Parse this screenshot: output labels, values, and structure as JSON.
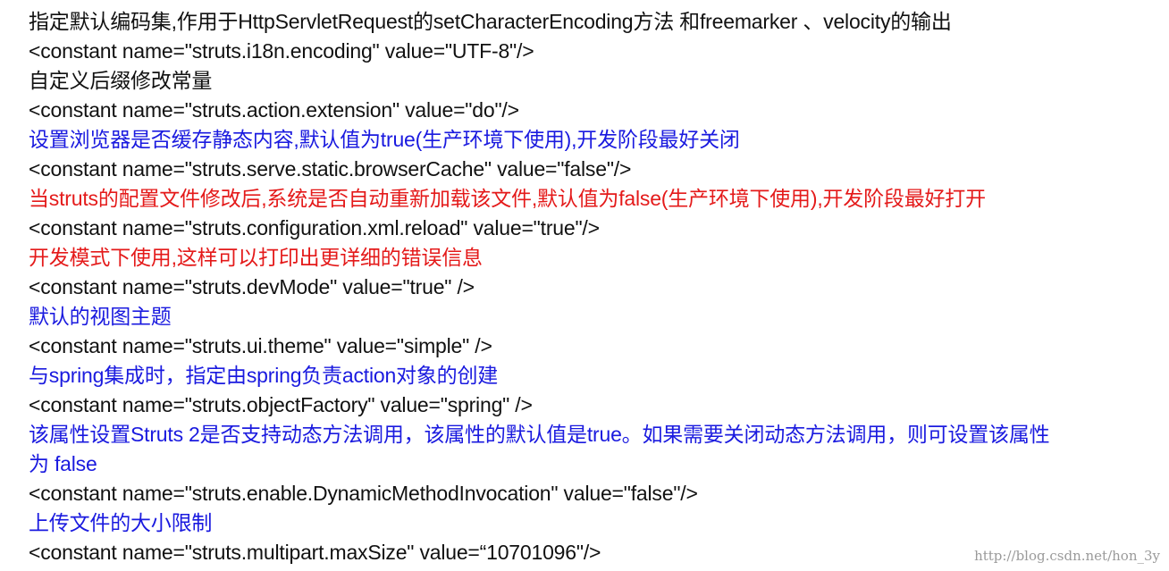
{
  "lines": [
    {
      "text": "指定默认编码集,作用于HttpServletRequest的setCharacterEncoding方法 和freemarker 、velocity的输出",
      "color": "#111111",
      "kind": "comment"
    },
    {
      "text": "<constant name=\"struts.i18n.encoding\" value=\"UTF-8\"/>",
      "color": "#111111",
      "kind": "code"
    },
    {
      "text": "自定义后缀修改常量",
      "color": "#111111",
      "kind": "comment"
    },
    {
      "text": "<constant name=\"struts.action.extension\" value=\"do\"/>",
      "color": "#111111",
      "kind": "code"
    },
    {
      "text": "设置浏览器是否缓存静态内容,默认值为true(生产环境下使用),开发阶段最好关闭",
      "color": "#1a1adf",
      "kind": "comment"
    },
    {
      "text": "<constant name=\"struts.serve.static.browserCache\" value=\"false\"/>",
      "color": "#111111",
      "kind": "code"
    },
    {
      "text": "当struts的配置文件修改后,系统是否自动重新加载该文件,默认值为false(生产环境下使用),开发阶段最好打开",
      "color": "#e41a1a",
      "kind": "comment"
    },
    {
      "text": "<constant name=\"struts.configuration.xml.reload\" value=\"true\"/>",
      "color": "#111111",
      "kind": "code"
    },
    {
      "text": "开发模式下使用,这样可以打印出更详细的错误信息",
      "color": "#e41a1a",
      "kind": "comment"
    },
    {
      "text": "<constant name=\"struts.devMode\" value=\"true\" />",
      "color": "#111111",
      "kind": "code"
    },
    {
      "text": "默认的视图主题",
      "color": "#1a1adf",
      "kind": "comment"
    },
    {
      "text": "<constant name=\"struts.ui.theme\" value=\"simple\" />",
      "color": "#111111",
      "kind": "code"
    },
    {
      "text": "与spring集成时，指定由spring负责action对象的创建",
      "color": "#1a1adf",
      "kind": "comment"
    },
    {
      "text": "<constant name=\"struts.objectFactory\" value=\"spring\" />",
      "color": "#111111",
      "kind": "code"
    },
    {
      "text": "该属性设置Struts 2是否支持动态方法调用，该属性的默认值是true。如果需要关闭动态方法调用，则可设置该属性",
      "color": "#1a1adf",
      "kind": "comment"
    },
    {
      "text": "为 false",
      "color": "#1a1adf",
      "kind": "comment"
    },
    {
      "text": "<constant name=\"struts.enable.DynamicMethodInvocation\" value=\"false\"/>",
      "color": "#111111",
      "kind": "code"
    },
    {
      "text": "上传文件的大小限制",
      "color": "#1a1adf",
      "kind": "comment"
    },
    {
      "text": "<constant name=\"struts.multipart.maxSize\" value=“10701096\"/>",
      "color": "#111111",
      "kind": "code"
    }
  ],
  "watermark": "http://blog.csdn.net/hon_3y"
}
